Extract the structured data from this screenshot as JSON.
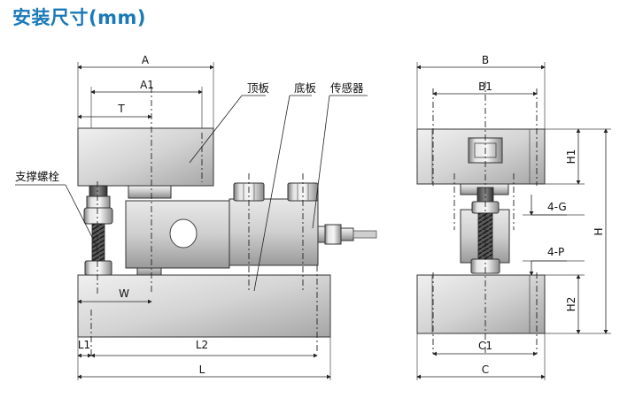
{
  "title": "安装尺寸(mm)",
  "callouts": {
    "top_plate": "顶板",
    "base_plate": "底板",
    "sensor": "传感器",
    "support_bolt": "支撑螺栓"
  },
  "dimensions": {
    "A": "A",
    "A1": "A1",
    "T": "T",
    "W": "W",
    "L": "L",
    "L1": "L1",
    "L2": "L2",
    "B": "B",
    "B1": "B1",
    "C": "C",
    "C1": "C1",
    "H": "H",
    "H1": "H1",
    "H2": "H2",
    "G": "4-G",
    "P": "4-P"
  }
}
